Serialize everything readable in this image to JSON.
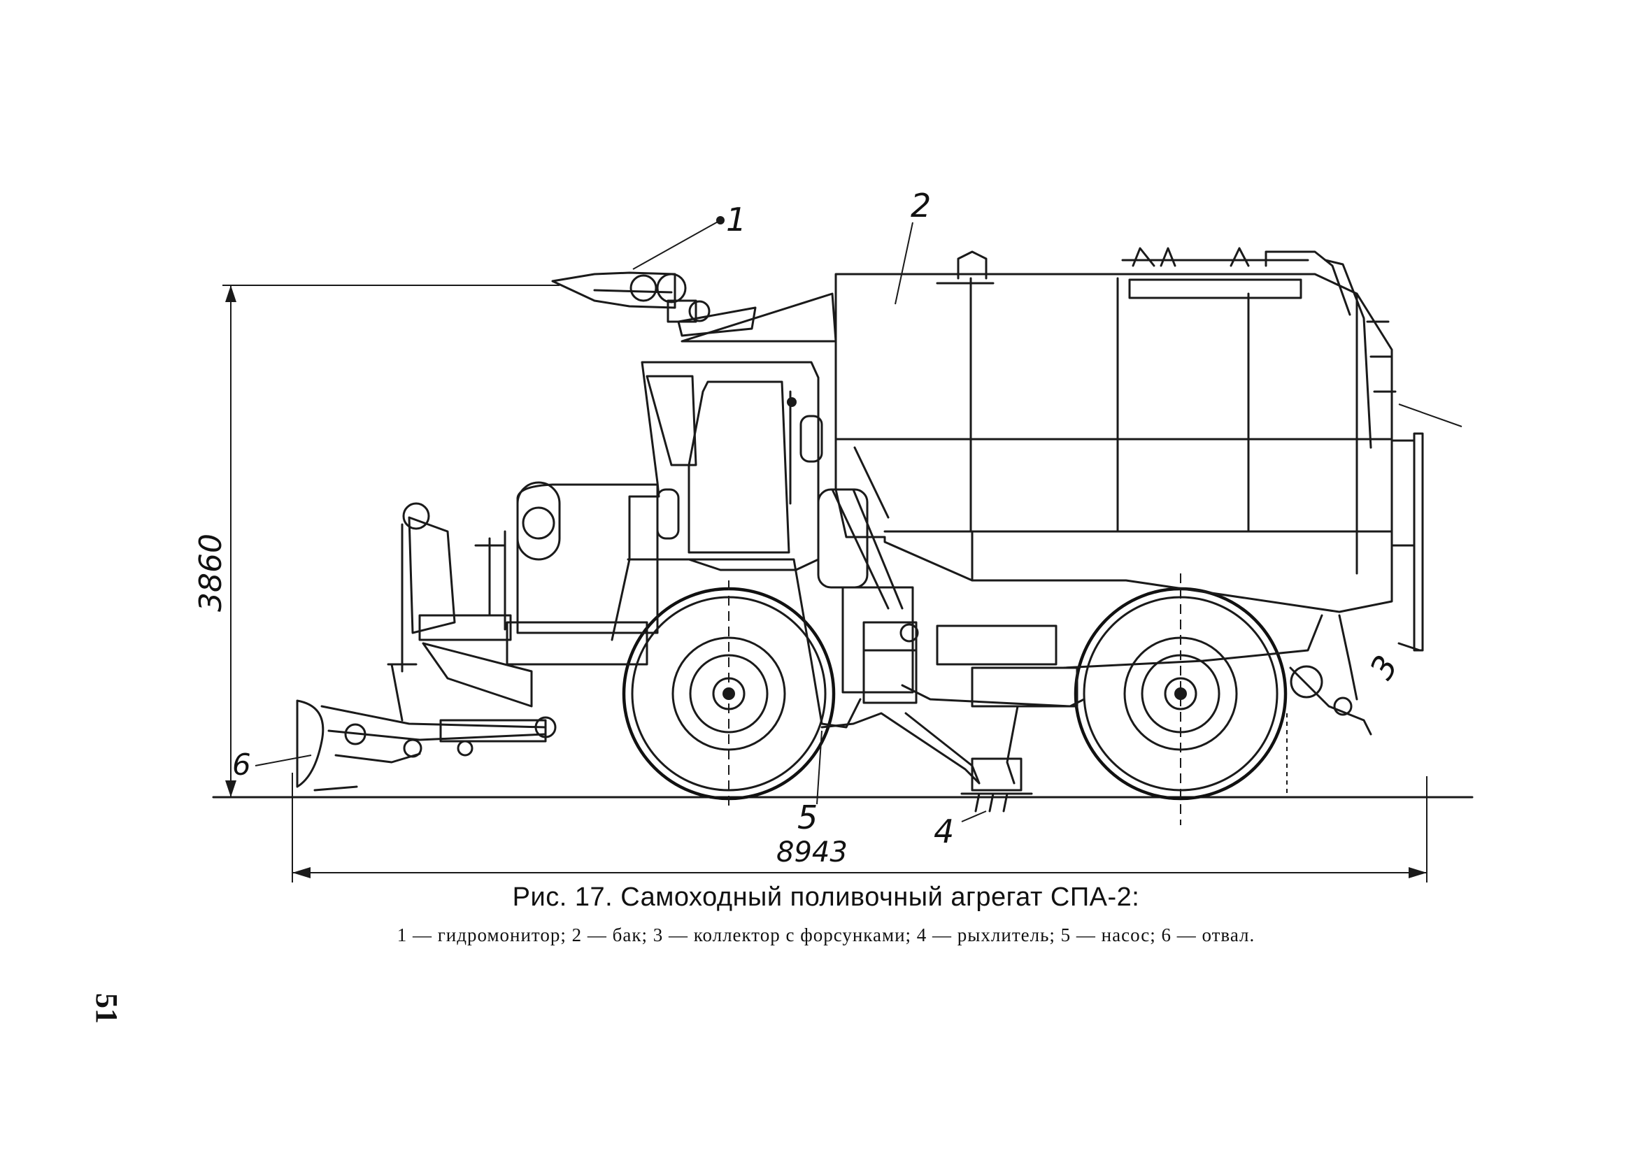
{
  "figure": {
    "title": "Рис. 17. Самоходный поливочный агрегат СПА-2:",
    "legend": "1 — гидромонитор;  2 — бак;  3 — коллектор с форсунками;  4 — рыхлитель;  5 — насос;  6 — отвал."
  },
  "dimensions": {
    "height": "3860",
    "length": "8943"
  },
  "callouts": {
    "c1": "1",
    "c2": "2",
    "c3": "3",
    "c4": "4",
    "c5": "5",
    "c6": "6"
  },
  "page_number": "51"
}
